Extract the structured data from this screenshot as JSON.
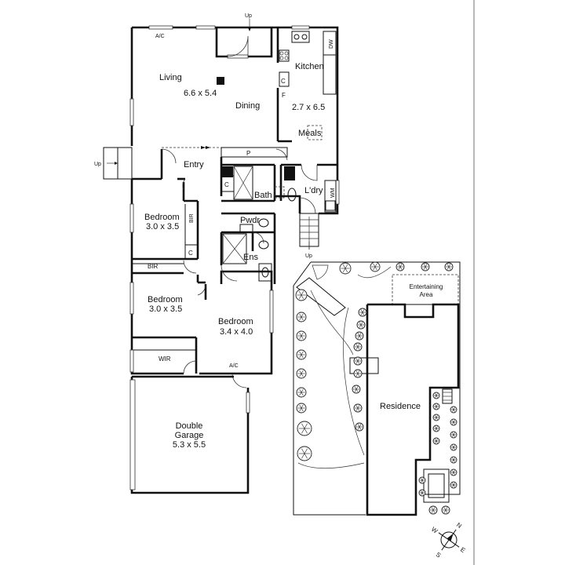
{
  "rooms": {
    "living": {
      "name": "Living",
      "size": "6.6 x 5.4"
    },
    "dining": {
      "name": "Dining"
    },
    "kitchen": {
      "name": "Kitchen",
      "size": "2.7 x 6.5"
    },
    "meals": {
      "name": "Meals"
    },
    "entry": {
      "name": "Entry"
    },
    "bath": {
      "name": "Bath"
    },
    "laundry": {
      "name": "L'dry"
    },
    "powder": {
      "name": "Pwdr"
    },
    "ensuite": {
      "name": "Ens"
    },
    "bedroom1": {
      "name": "Bedroom",
      "size": "3.0 x 3.5"
    },
    "bedroom2": {
      "name": "Bedroom",
      "size": "3.0 x 3.5"
    },
    "bedroom3": {
      "name": "Bedroom",
      "size": "3.4 x 4.0"
    },
    "garage": {
      "line1": "Double",
      "line2": "Garage",
      "size": "5.3 x 5.5"
    },
    "residence": {
      "name": "Residence"
    },
    "entertaining": {
      "line1": "Entertaining",
      "line2": "Area"
    }
  },
  "fixtures": {
    "ac": "A/C",
    "dw": "DW",
    "wm": "WM",
    "pantry": "P",
    "fridge": "F",
    "cupboard": "C",
    "bir": "BIR",
    "wir": "WIR",
    "up": "Up"
  },
  "compass": {
    "n": "N",
    "e": "E",
    "s": "S",
    "w": "W"
  }
}
